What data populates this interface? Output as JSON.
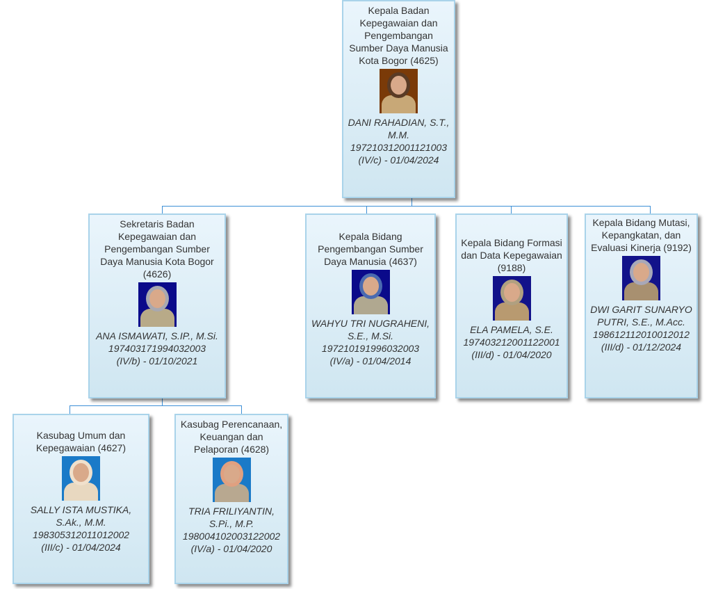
{
  "nodes": {
    "head": {
      "title": "Kepala Badan Kepegawaian dan Pengembangan Sumber Daya Manusia Kota Bogor (4625)",
      "name": "DANI RAHADIAN, S.T., M.M.",
      "nip": "197210312001121003",
      "grade": "(IV/c) - 01/04/2024",
      "photo_bg": "#7a3a08",
      "scarf": "#5a3b25",
      "uniform": "#c8a877"
    },
    "sekretaris": {
      "title": "Sekretaris Badan Kepegawaian dan Pengembangan Sumber Daya Manusia Kota Bogor (4626)",
      "name": "ANA ISMAWATI, S.IP., M.Si.",
      "nip": "197403171994032003",
      "grade": "(IV/b) - 01/10/2021",
      "photo_bg": "#0a0a8a",
      "scarf": "#a8a8b0",
      "uniform": "#b8aa88"
    },
    "bidang_sdm": {
      "title": "Kepala Bidang Pengembangan Sumber Daya Manusia (4637)",
      "name": "WAHYU TRI NUGRAHENI, S.E., M.Si.",
      "nip": "197210191996032003",
      "grade": "(IV/a) - 01/04/2014",
      "photo_bg": "#0a0a8a",
      "scarf": "#4a6ab0",
      "uniform": "#b0a890"
    },
    "bidang_formasi": {
      "title": "Kepala Bidang Formasi dan Data Kepegawaian (9188)",
      "name": "ELA PAMELA, S.E.",
      "nip": "197403212001122001",
      "grade": "(III/d) - 01/04/2020",
      "photo_bg": "#12128a",
      "scarf": "#b0a080",
      "uniform": "#b89a70"
    },
    "bidang_mutasi": {
      "title": "Kepala Bidang Mutasi, Kepangkatan, dan Evaluasi Kinerja (9192)",
      "name": "DWI GARIT SUNARYO PUTRI, S.E., M.Acc.",
      "nip": "198612112010012012",
      "grade": "(III/d) - 01/12/2024",
      "photo_bg": "#12128a",
      "scarf": "#a8a8b8",
      "uniform": "#a89070"
    },
    "kasubag_umum": {
      "title": "Kasubag Umum dan Kepegawaian (4627)",
      "name": "SALLY ISTA MUSTIKA, S.Ak., M.M.",
      "nip": "198305312011012002",
      "grade": "(III/c) - 01/04/2024",
      "photo_bg": "#1a7ac8",
      "scarf": "#f0e0cc",
      "uniform": "#e8d8c0"
    },
    "kasubag_perencanaan": {
      "title": "Kasubag Perencanaan, Keuangan dan Pelaporan (4628)",
      "name": "TRIA FRILIYANTIN, S.Pi., M.P.",
      "nip": "198004102003122002",
      "grade": "(IV/a) - 01/04/2020",
      "photo_bg": "#1a7ac8",
      "scarf": "#e0a080",
      "uniform": "#b8a890"
    }
  },
  "colors": {
    "connector": "#3d8fd6",
    "border": "#a9d3ea"
  }
}
